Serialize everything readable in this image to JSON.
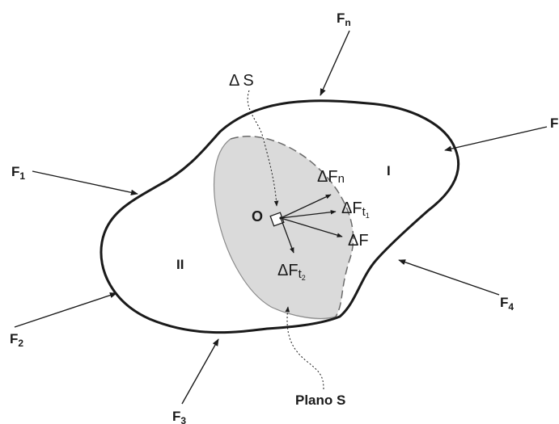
{
  "forces": {
    "f1": "F",
    "f1_sub": "1",
    "f2": "F",
    "f2_sub": "2",
    "f3": "F",
    "f3_sub": "3",
    "f4": "F",
    "f4_sub": "4",
    "fn": "F",
    "fn_sub": "n",
    "f_right": "F"
  },
  "regions": {
    "part_one": "I",
    "part_two": "II"
  },
  "point": {
    "label": "O"
  },
  "element": {
    "delta": "Δ",
    "s": "S"
  },
  "vectors": {
    "delta_f": "ΔF",
    "delta_fn_main": "ΔF",
    "delta_fn_sub": "n",
    "delta_ft1_main": "ΔF",
    "delta_ft1_sub": "t",
    "delta_ft1_subsub": "1",
    "delta_ft2_main": "ΔF",
    "delta_ft2_sub": "t",
    "delta_ft2_subsub": "2"
  },
  "plane": {
    "label": "Plano S"
  },
  "colors": {
    "outline": "#1a1a1a",
    "section_fill": "#dadada",
    "section_stroke": "#6a6a6a",
    "arrow": "#1a1a1a"
  }
}
